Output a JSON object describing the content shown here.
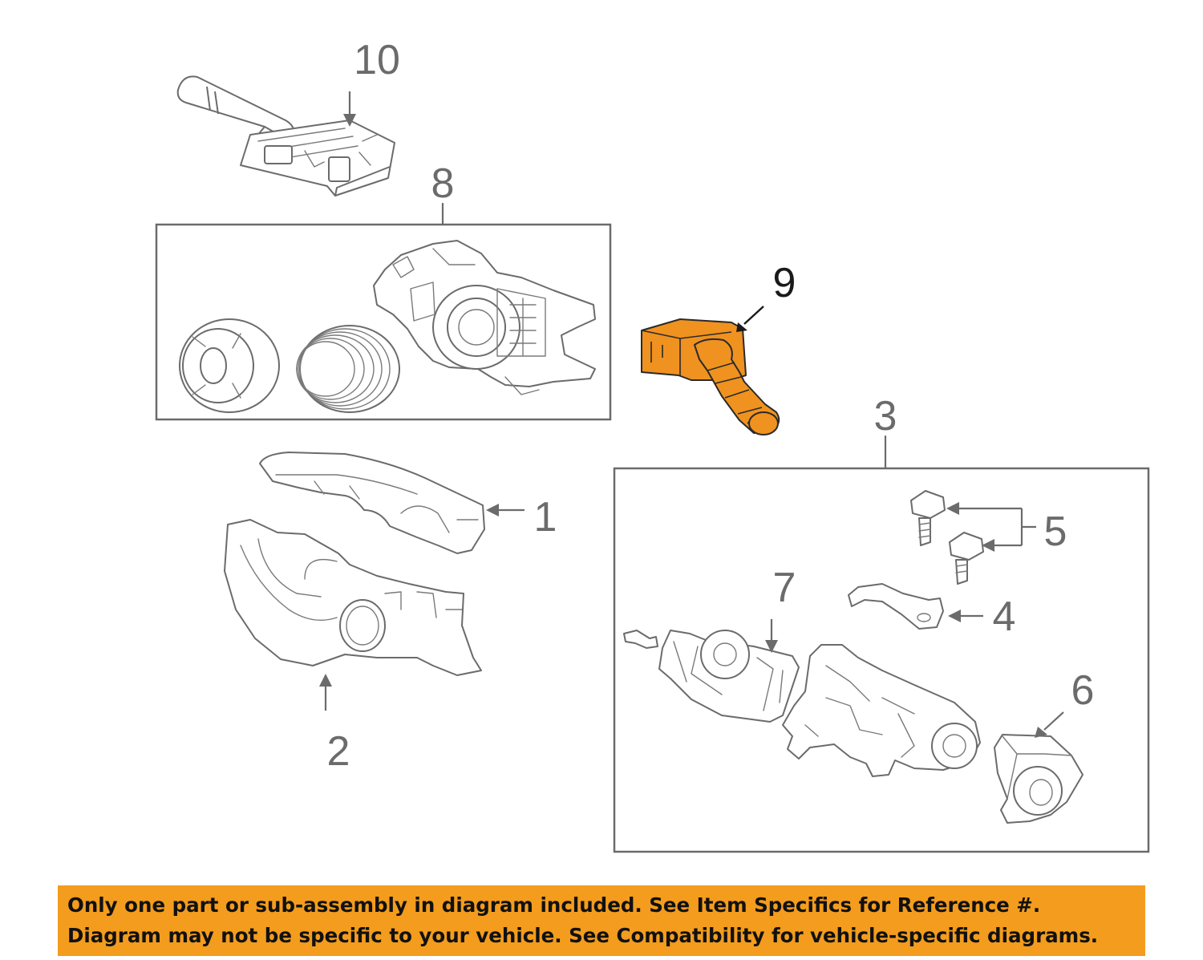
{
  "diagram": {
    "callouts": {
      "c1": "1",
      "c2": "2",
      "c3": "3",
      "c4": "4",
      "c5": "5",
      "c6": "6",
      "c7": "7",
      "c8": "8",
      "c9": "9",
      "c10": "10"
    },
    "highlight_color": "#f0921f"
  },
  "disclaimer": {
    "line1": "Only one part or sub-assembly in diagram included. See Item Specifics for Reference #.",
    "line2": "Diagram may not be specific to your vehicle. See Compatibility for vehicle-specific diagrams.",
    "background": "#f39c1e"
  }
}
